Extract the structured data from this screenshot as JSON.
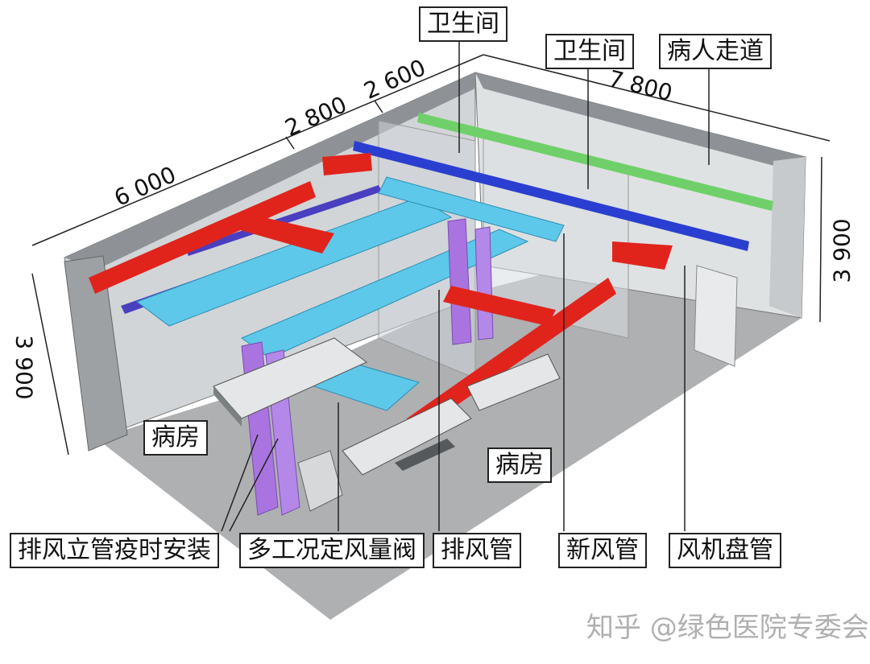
{
  "labels": {
    "toilet_1": "卫生间",
    "toilet_2": "卫生间",
    "corridor": "病人走道",
    "ward_left": "病房",
    "ward_right": "病房",
    "exhaust_riser": "排风立管疫时安装",
    "damper": "多工况定风量阀",
    "exhaust_duct": "排风管",
    "fresh_air_duct": "新风管",
    "fan_coil": "风机盘管"
  },
  "dimensions": {
    "d6000": "6 000",
    "d2800": "2 800",
    "d2600": "2 600",
    "d7800": "7 800",
    "d3900_right": "3 900",
    "d3900_left": "3 900"
  },
  "watermark": "知乎 @绿色医院专委会",
  "colors": {
    "fan_coil": "#e0241c",
    "fresh_air": "#5ec8ea",
    "exhaust": "#a974e0",
    "duct_blue": "#2a3fd0",
    "green_pipe": "#6fd06a",
    "wall": "#b9bcbe",
    "floor": "#aeb0b2"
  }
}
